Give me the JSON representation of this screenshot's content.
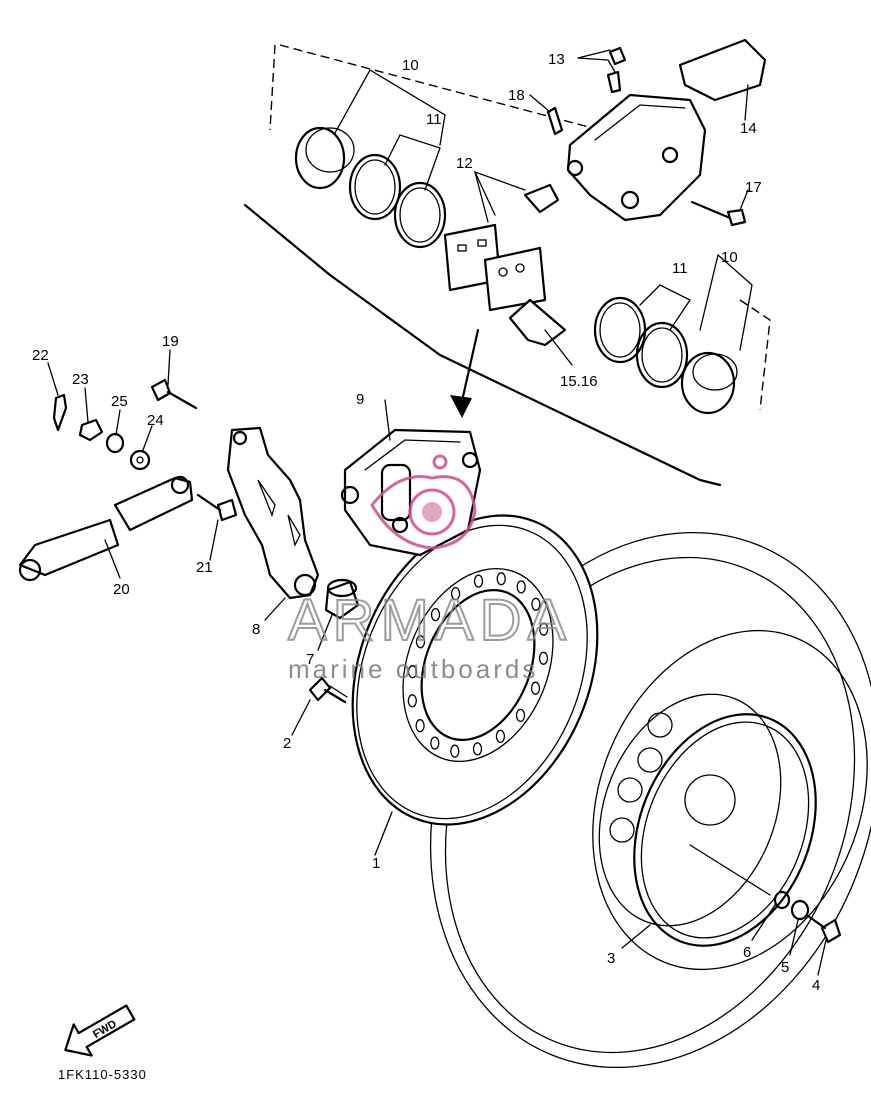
{
  "diagram": {
    "code": "1FK110-5330",
    "fwd_label": "FWD"
  },
  "callouts": {
    "c1": "1",
    "c2": "2",
    "c3": "3",
    "c4": "4",
    "c5": "5",
    "c6": "6",
    "c7": "7",
    "c8": "8",
    "c9": "9",
    "c10a": "10",
    "c10b": "10",
    "c11a": "11",
    "c11b": "11",
    "c12": "12",
    "c13": "13",
    "c14": "14",
    "c15_16": "15.16",
    "c17": "17",
    "c18": "18",
    "c19": "19",
    "c20": "20",
    "c21": "21",
    "c22": "22",
    "c23": "23",
    "c24": "24",
    "c25": "25"
  },
  "watermark": {
    "brand": "ARMADA",
    "tagline": "marine outboards",
    "logo_color": "#c8508a"
  }
}
